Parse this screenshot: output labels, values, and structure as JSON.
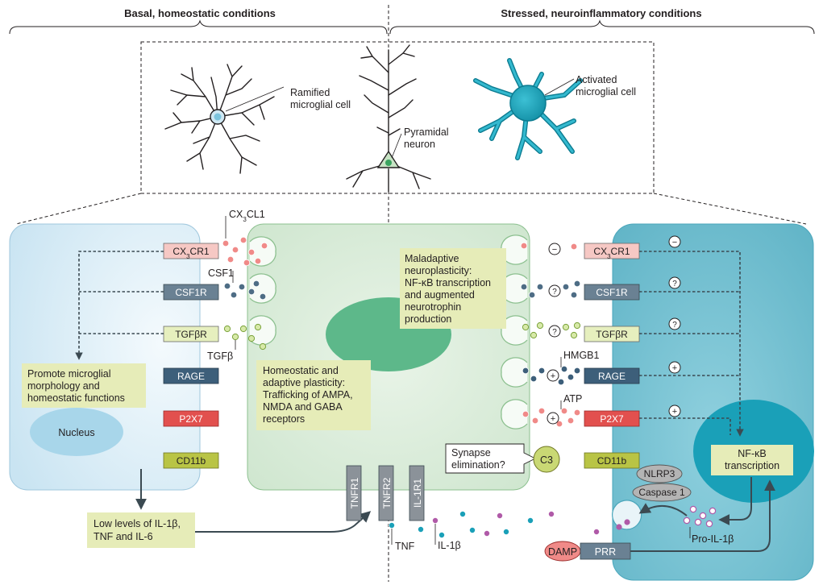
{
  "headers": {
    "left": "Basal, homeostatic conditions",
    "right": "Stressed, neuroinflammatory conditions"
  },
  "cells": {
    "ramified": [
      "Ramified",
      "microglial cell"
    ],
    "pyramidal": [
      "Pyramidal",
      "neuron"
    ],
    "activated": [
      "Activated",
      "microglial cell"
    ]
  },
  "ligands": {
    "cx3cl1": "CX3CL1",
    "csf1": "CSF1",
    "tgfb": "TGFβ",
    "hmgb1": "HMGB1",
    "atp": "ATP"
  },
  "left_receptors": [
    "CX3CR1",
    "CSF1R",
    "TGFβR",
    "RAGE",
    "P2X7",
    "CD11b"
  ],
  "right_receptors": [
    "CX3CR1",
    "CSF1R",
    "TGFβR",
    "RAGE",
    "P2X7",
    "CD11b"
  ],
  "neuron_receptors": [
    "TNFR1",
    "TNFR2",
    "IL-1R1"
  ],
  "signs": [
    "−",
    "?",
    "?",
    "+",
    "+"
  ],
  "text_boxes": {
    "promote": [
      "Promote microglial",
      "morphology and",
      "homeostatic functions"
    ],
    "nucleus": "Nucleus",
    "low_levels": [
      "Low levels of IL-1β,",
      "TNF and IL-6"
    ],
    "homeostatic": [
      "Homeostatic and",
      "adaptive plasticity:",
      "Trafficking of AMPA,",
      "NMDA and GABA",
      "receptors"
    ],
    "maladaptive": [
      "Maladaptive",
      "neuroplasticity:",
      "NF-κB transcription",
      "and augmented",
      "neurotrophin",
      "production"
    ],
    "synapse": [
      "Synapse",
      "elimination?"
    ],
    "c3": "C3",
    "nfkb": [
      "NF-κB",
      "transcription"
    ]
  },
  "inflammasome": {
    "nlrp3": "NLRP3",
    "caspase": "Caspase 1"
  },
  "bottom_labels": {
    "tnf": "TNF",
    "il1b": "IL-1β",
    "pro_il1b": "Pro-IL-1β",
    "damp": "DAMP",
    "prr": "PRR"
  },
  "colors": {
    "left_cell": "#d7ecf6",
    "neuron": "#d9ecd9",
    "neuron_nucleus": "#5db88a",
    "right_cell": "#7fc6d6",
    "right_nucleus": "#1aa0b8",
    "cx3cr1": "#f6c8c4",
    "csf1r": "#6a8193",
    "tgfbr": "#e6efbe",
    "rage": "#3d5f7a",
    "p2x7": "#e2504e",
    "cd11b": "#b9c445",
    "note": "#e6ecb8",
    "pink_dot": "#f08a88",
    "slate_dot": "#4e6d85",
    "green_dot": "#a9cf6c",
    "teal_dot": "#1aa0b8",
    "purple_dot": "#b05aa8"
  }
}
